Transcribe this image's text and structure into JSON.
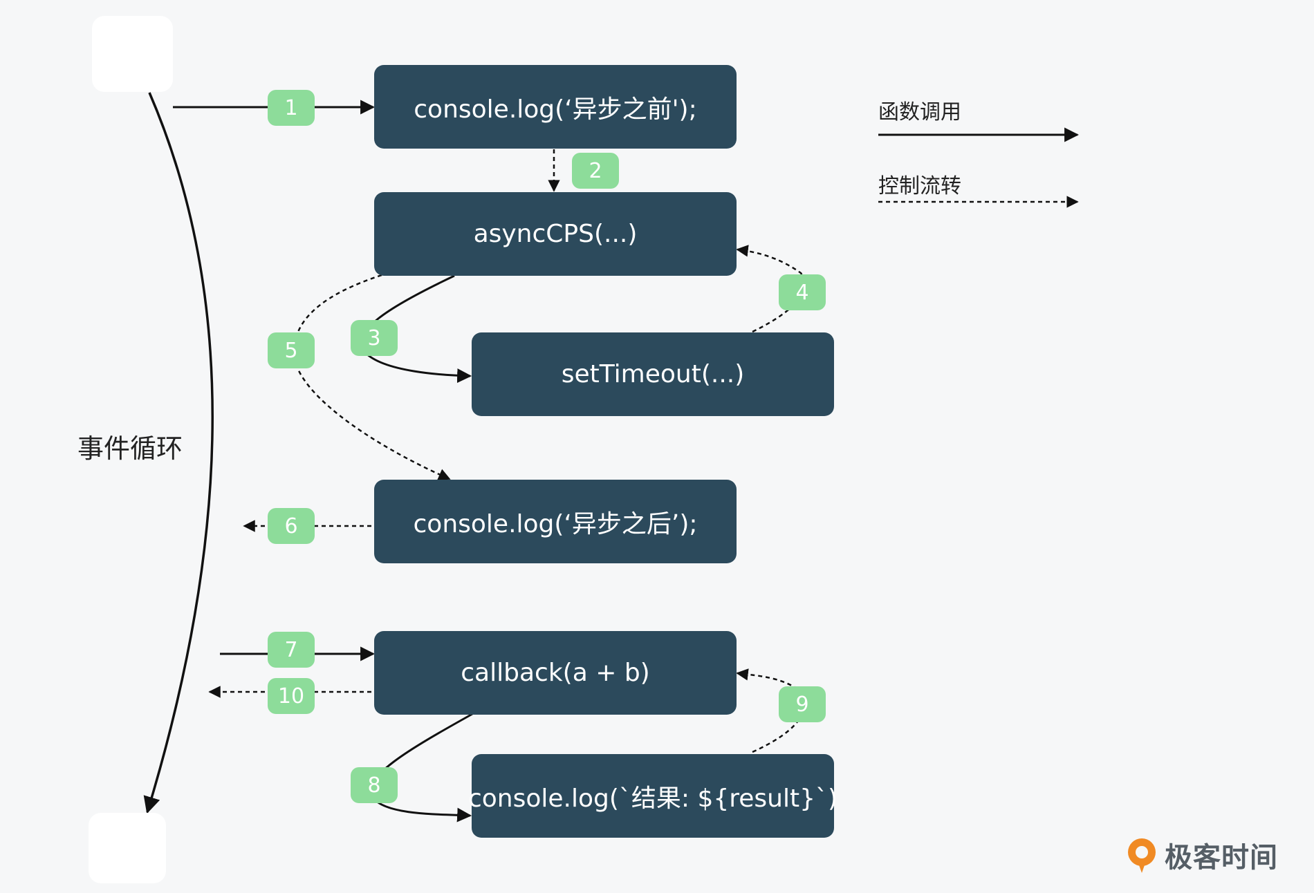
{
  "event_loop": {
    "label": "事件循环"
  },
  "boxes": {
    "log_before": "console.log(‘异步之前');",
    "async_cps": "asyncCPS(...)",
    "set_timeout": "setTimeout(...)",
    "log_after": "console.log(‘异步之后’);",
    "callback": "callback(a + b)",
    "log_result": "console.log(`结果: ${result}`)"
  },
  "steps": [
    "1",
    "2",
    "3",
    "4",
    "5",
    "6",
    "7",
    "8",
    "9",
    "10"
  ],
  "legend": {
    "call_label": "函数调用",
    "control_label": "控制流转"
  },
  "logo": {
    "text": "极客时间"
  },
  "colors": {
    "box": "#2c4a5c",
    "badge": "#8ddc9a",
    "logo_accent": "#f08a24"
  }
}
